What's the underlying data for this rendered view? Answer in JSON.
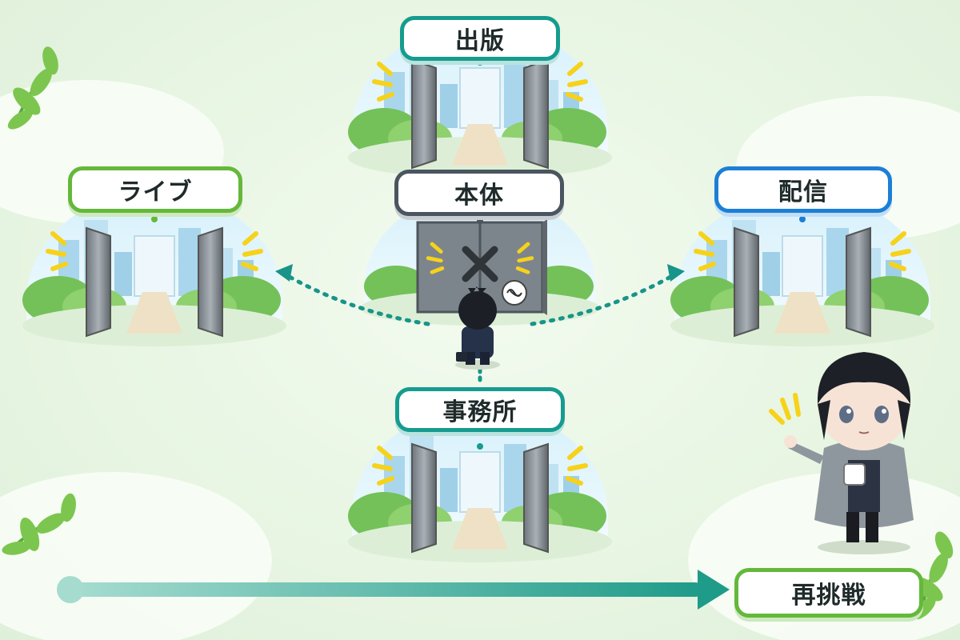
{
  "nodes": {
    "publishing": {
      "label": "出版",
      "color": "#169b8f"
    },
    "live": {
      "label": "ライブ",
      "color": "#64b83a"
    },
    "main": {
      "label": "本体",
      "color": "#4a5560"
    },
    "streaming": {
      "label": "配信",
      "color": "#1c7fd6"
    },
    "agency": {
      "label": "事務所",
      "color": "#169b8f"
    },
    "retry": {
      "label": "再挑戦",
      "color": "#64b83a"
    }
  },
  "main_door_status": "closed-x",
  "arrow_color": "#18948a",
  "timeline_color": "#5cc3a8",
  "icons": {
    "blocked": "x-mark-icon",
    "thought": "tangled-thought-icon",
    "alert": "sparkle-lines-icon"
  }
}
